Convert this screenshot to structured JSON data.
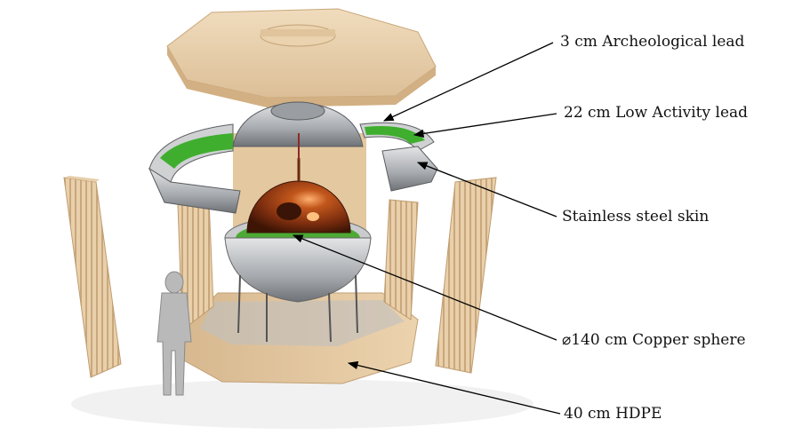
{
  "labels": {
    "archeological_lead": "3 cm Archeological lead",
    "low_activity_lead": "22 cm Low Activity lead",
    "steel_skin": "Stainless steel skin",
    "copper_sphere": "⌀140 cm Copper sphere",
    "hdpe": "40 cm HDPE"
  },
  "colors": {
    "hdpe": "#e6c9a3",
    "steel": "#b9bcc0",
    "lead_green": "#3fae2e",
    "copper": "#8c3a12",
    "arrow": "#000000"
  }
}
